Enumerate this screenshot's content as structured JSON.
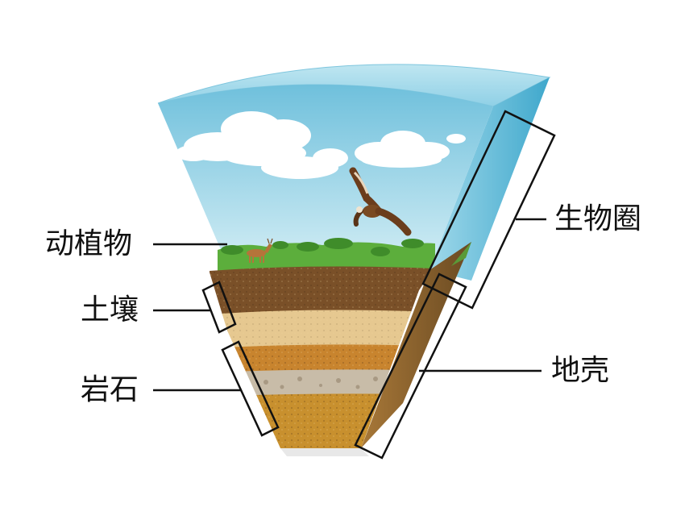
{
  "labels": {
    "plants_animals": "动植物",
    "soil": "土壤",
    "rock": "岩石",
    "biosphere": "生物圈",
    "crust": "地壳"
  },
  "colors": {
    "sky_top": "#6fc0dc",
    "sky_bottom": "#d7eef4",
    "grass": "#5cae3c",
    "topsoil": "#7a5028",
    "sand": "#e6c890",
    "clay": "#c8842e",
    "gravel": "#c8bca8",
    "bedrock": "#c8902e",
    "line": "#111111"
  }
}
